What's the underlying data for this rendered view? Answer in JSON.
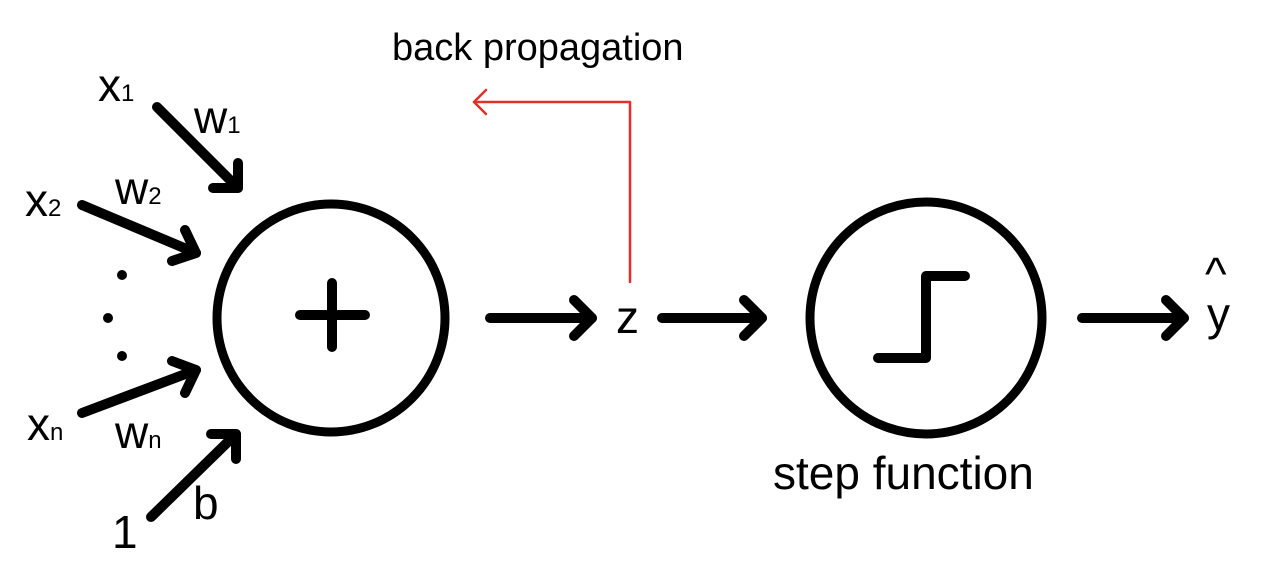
{
  "inputs": [
    {
      "var": "x",
      "var_sub": "1",
      "weight": "w",
      "weight_sub": "1"
    },
    {
      "var": "x",
      "var_sub": "2",
      "weight": "w",
      "weight_sub": "2"
    },
    {
      "var": "x",
      "var_sub": "n",
      "weight": "w",
      "weight_sub": "n"
    }
  ],
  "bias": {
    "input": "1",
    "weight": "b"
  },
  "sum_node": {
    "symbol": "+"
  },
  "z_label": "z",
  "step_node": {
    "caption": "step function"
  },
  "output": {
    "label": "y",
    "hat": "^"
  },
  "back_propagation": {
    "label": "back propagation",
    "color": "#e0302a"
  },
  "colors": {
    "stroke": "#000000",
    "background": "#ffffff"
  }
}
